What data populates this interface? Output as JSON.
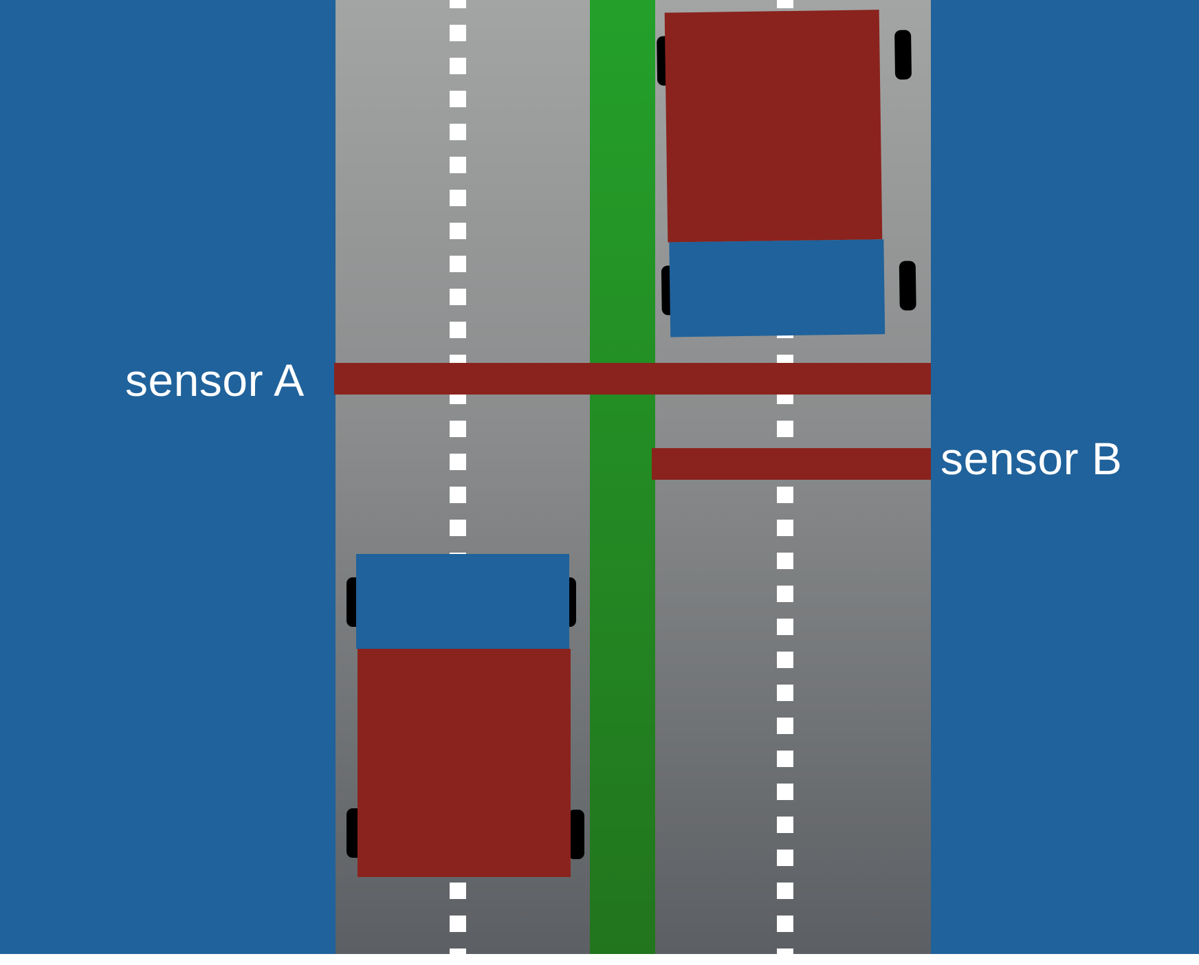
{
  "diagram": {
    "sensors": [
      {
        "id": "A",
        "label": "sensor A"
      },
      {
        "id": "B",
        "label": "sensor B"
      }
    ],
    "colors": {
      "background": "#20629b",
      "road_top": "#a3a5a4",
      "road_bottom": "#5c5f63",
      "median": "#24a02a",
      "sensor": "#8a231d",
      "truck_cab": "#20629b",
      "truck_cargo": "#8a231d",
      "lane_marking": "#ffffff",
      "wheel": "#000000"
    },
    "vehicles": [
      {
        "name": "truck-left-lane",
        "orientation": "cab-up"
      },
      {
        "name": "truck-right-lane",
        "orientation": "cab-down"
      }
    ]
  }
}
